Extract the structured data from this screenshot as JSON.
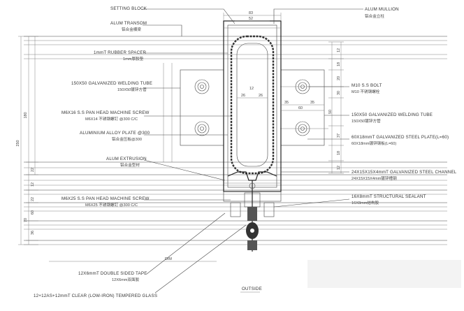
{
  "labels": {
    "setting_block": "SETTING BLOCK",
    "alum_mullion": "ALUM MULLION",
    "alum_mullion_cn": "铝合金立柱",
    "alum_transom": "ALUM TRANSOM",
    "alum_transom_cn": "铝合金横梁",
    "rubber_spacer": "1mmT RUBBER SPACER",
    "rubber_spacer_cn": "1mm厚胶垫",
    "welding_tube_left": "150X50 GALVANIZED WELDING TUBE",
    "welding_tube_left_cn": "150X50镀锌方管",
    "bolt": "M10 S.S BOLT",
    "bolt_cn": "M10 不锈钢螺栓",
    "screw_m6x16": "M6X16 S.S PAN HEAD MACHINE SCREW",
    "screw_m6x16_cn": "M6X14 不锈钢螺钉 @300 C/C",
    "alloy_plate": "ALUMINIUM ALLOY PLATE @300",
    "alloy_plate_cn": "铝合金压板@300",
    "welding_tube_right": "150X50 GALVANIZED WELDING TUBE",
    "welding_tube_right_cn": "150X50镀锌方管",
    "steel_plate": "60X18mmT GALVANIZED STEEL PLATE(L=60)",
    "steel_plate_cn": "60X18mm镀锌钢板(L=60)",
    "alum_extrusion": "ALUM EXTRUSION",
    "alum_extrusion_cn": "铝合金型材",
    "steel_channel": "24X15X15X4mmT GALVANIZED STEEL CHANNEL",
    "steel_channel_cn": "24X15X15X4mm镀锌槽钢",
    "screw_m6x25": "M6X25 S.S PAN HEAD MACHINE SCREW",
    "screw_m6x25_cn": "M6X25 不锈钢螺钉 @300 C/C",
    "structural_sealant": "16X8mmT STRUCTURAL SEALANT",
    "structural_sealant_cn": "16X8mm结构胶",
    "double_sided_tape": "12X6mmT DOUBLE SIDED TAPE",
    "double_sided_tape_cn": "12X6mm双面胶",
    "glass": "12+12AS+12mmT CLEAR (LOW-IRON) TEMPERED GLASS",
    "outside": "OUTSIDE"
  },
  "dims": {
    "top_w": "83",
    "top_inner": "52",
    "left_250": "250",
    "left_180": "180",
    "left_22a": "22",
    "left_22b": "22",
    "left_12": "12",
    "left_36": "36",
    "left_70": "70",
    "left_60": "60",
    "r_12a": "12",
    "r_18a": "18",
    "r_20": "20",
    "r_30": "30",
    "r_50": "50",
    "r_37": "37",
    "r_18b": "18",
    "r_12b": "12",
    "h_35a": "35",
    "h_35b": "35",
    "h_60": "60",
    "in_26a": "26",
    "in_26b": "26",
    "in_12": "12",
    "dim_bottom": "DIM"
  }
}
